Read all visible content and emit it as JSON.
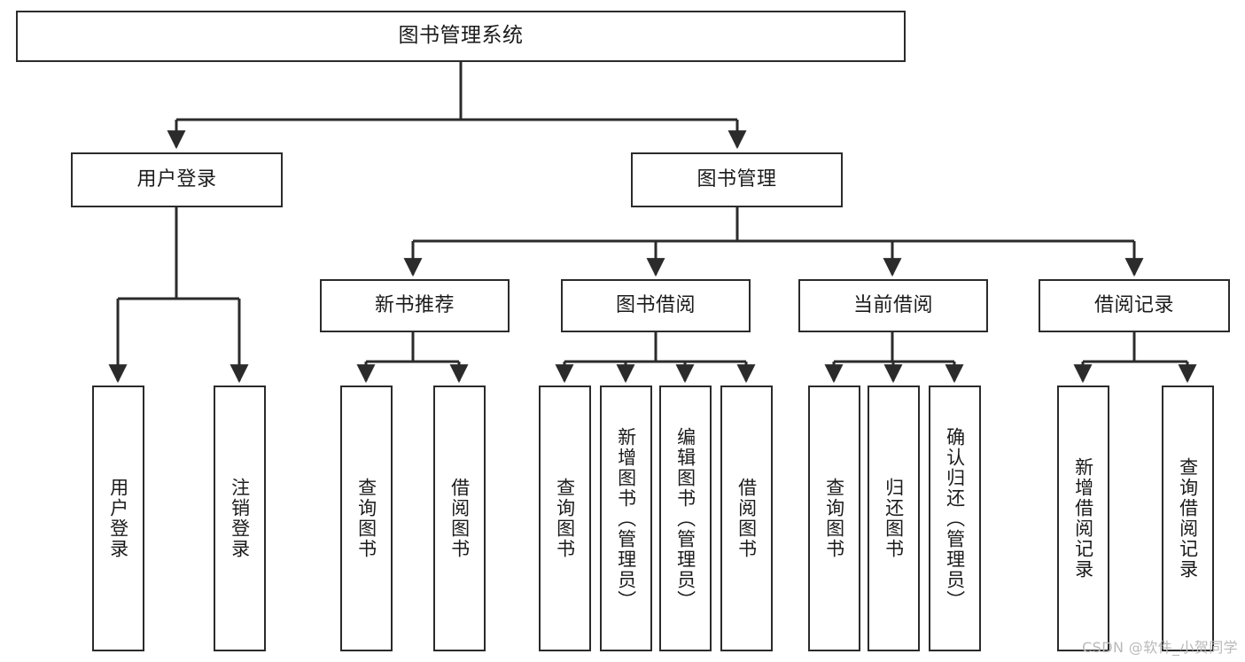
{
  "diagram": {
    "title": "图书管理系统",
    "type": "tree",
    "orientation": "top-down",
    "colors": {
      "background": "#ffffff",
      "node_border": "#2b2b2b",
      "node_fill": "#ffffff",
      "edge": "#2b2b2b",
      "text": "#1b1b1b",
      "watermark": "#b9b9b9"
    },
    "watermark": "CSDN @软件_小贺同学",
    "nodes": {
      "root": {
        "label": "图书管理系统",
        "level": 0
      },
      "user_login": {
        "label": "用户登录",
        "level": 1
      },
      "book_manage": {
        "label": "图书管理",
        "level": 1
      },
      "new_book_rec": {
        "label": "新书推荐",
        "level": 2
      },
      "book_borrow": {
        "label": "图书借阅",
        "level": 2
      },
      "current_borrow": {
        "label": "当前借阅",
        "level": 2
      },
      "borrow_record": {
        "label": "借阅记录",
        "level": 2
      },
      "leaf_user_login": {
        "label": "用户登录",
        "level": 3
      },
      "leaf_logout": {
        "label": "注销登录",
        "level": 3
      },
      "leaf_query_book_a": {
        "label": "查询图书",
        "level": 3
      },
      "leaf_borrow_book_a": {
        "label": "借阅图书",
        "level": 3
      },
      "leaf_query_book_b": {
        "label": "查询图书",
        "level": 3
      },
      "leaf_add_book": {
        "label": "新增图书（管理员）",
        "level": 3
      },
      "leaf_edit_book": {
        "label": "编辑图书（管理员）",
        "level": 3
      },
      "leaf_borrow_book_b": {
        "label": "借阅图书",
        "level": 3
      },
      "leaf_query_book_c": {
        "label": "查询图书",
        "level": 3
      },
      "leaf_return_book": {
        "label": "归还图书",
        "level": 3
      },
      "leaf_confirm_return": {
        "label": "确认归还（管理员）",
        "level": 3
      },
      "leaf_add_record": {
        "label": "新增借阅记录",
        "level": 3
      },
      "leaf_query_record": {
        "label": "查询借阅记录",
        "level": 3
      }
    },
    "edges": [
      {
        "from": "root",
        "to": "user_login"
      },
      {
        "from": "root",
        "to": "book_manage"
      },
      {
        "from": "book_manage",
        "to": "new_book_rec"
      },
      {
        "from": "book_manage",
        "to": "book_borrow"
      },
      {
        "from": "book_manage",
        "to": "current_borrow"
      },
      {
        "from": "book_manage",
        "to": "borrow_record"
      },
      {
        "from": "user_login",
        "to": "leaf_user_login"
      },
      {
        "from": "user_login",
        "to": "leaf_logout"
      },
      {
        "from": "new_book_rec",
        "to": "leaf_query_book_a"
      },
      {
        "from": "new_book_rec",
        "to": "leaf_borrow_book_a"
      },
      {
        "from": "book_borrow",
        "to": "leaf_query_book_b"
      },
      {
        "from": "book_borrow",
        "to": "leaf_add_book"
      },
      {
        "from": "book_borrow",
        "to": "leaf_edit_book"
      },
      {
        "from": "book_borrow",
        "to": "leaf_borrow_book_b"
      },
      {
        "from": "current_borrow",
        "to": "leaf_query_book_c"
      },
      {
        "from": "current_borrow",
        "to": "leaf_return_book"
      },
      {
        "from": "current_borrow",
        "to": "leaf_confirm_return"
      },
      {
        "from": "borrow_record",
        "to": "leaf_add_record"
      },
      {
        "from": "borrow_record",
        "to": "leaf_query_record"
      }
    ]
  }
}
